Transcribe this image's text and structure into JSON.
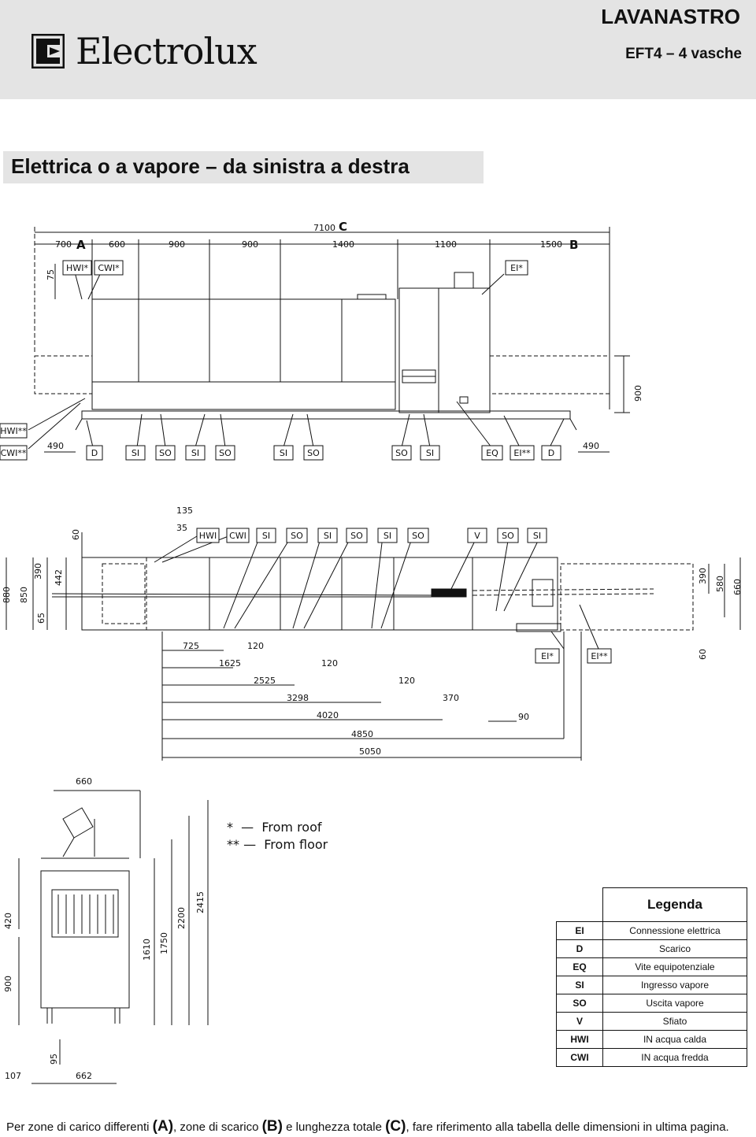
{
  "header": {
    "brand": "Electrolux",
    "product_title": "LAVANASTRO",
    "product_subtitle": "EFT4 – 4 vasche"
  },
  "section": {
    "title": "Elettrica o a vapore – da sinistra a destra"
  },
  "top_view": {
    "overall": "7100",
    "overall_tag": "C",
    "segments": [
      "700",
      "600",
      "900",
      "900",
      "1400",
      "1100",
      "1500"
    ],
    "tag_a": "A",
    "tag_b": "B",
    "top_boxes": [
      "HWI*",
      "CWI*",
      "EI*"
    ],
    "left_dims": [
      "75"
    ],
    "right_dims": [
      "900"
    ],
    "left_side_labels": [
      "HWI**",
      "CWI**"
    ],
    "side_dims": [
      "490",
      "490"
    ],
    "bottom_boxes": [
      "D",
      "SI",
      "SO",
      "SI",
      "SO",
      "SI",
      "SO",
      "SO",
      "SI",
      "EQ",
      "EI**",
      "D"
    ]
  },
  "plan_view": {
    "top_dims": [
      "135",
      "35",
      "60"
    ],
    "top_boxes": [
      "HWI",
      "CWI",
      "SI",
      "SO",
      "SI",
      "SO",
      "SI",
      "SO",
      "V",
      "SO",
      "SI"
    ],
    "left_dims": [
      "880",
      "850",
      "390",
      "442",
      "65"
    ],
    "right_dims": [
      "390",
      "580",
      "660",
      "60"
    ],
    "ei_boxes": [
      "EI*",
      "EI**"
    ],
    "chain_dims": [
      "725",
      "120",
      "1625",
      "120",
      "2525",
      "120",
      "3298",
      "370",
      "4020",
      "90",
      "4850",
      "5050"
    ]
  },
  "side_view": {
    "dims": [
      "660",
      "1610",
      "1750",
      "2200",
      "2415",
      "420",
      "900",
      "95",
      "107",
      "662"
    ]
  },
  "notes": [
    {
      "symbol": "*",
      "text": "From roof"
    },
    {
      "symbol": "**",
      "text": "From floor"
    }
  ],
  "legend": {
    "title": "Legenda",
    "rows": [
      {
        "code": "EI",
        "desc": "Connessione elettrica"
      },
      {
        "code": "D",
        "desc": "Scarico"
      },
      {
        "code": "EQ",
        "desc": "Vite equipotenziale"
      },
      {
        "code": "SI",
        "desc": "Ingresso vapore"
      },
      {
        "code": "SO",
        "desc": "Uscita vapore"
      },
      {
        "code": "V",
        "desc": "Sfiato"
      },
      {
        "code": "HWI",
        "desc": "IN acqua calda"
      },
      {
        "code": "CWI",
        "desc": "IN acqua fredda"
      }
    ]
  },
  "footer": {
    "part1": "Per zone di carico differenti ",
    "a": "(A)",
    "part2": ", zone di scarico ",
    "b": "(B)",
    "part3": " e lunghezza totale ",
    "c": "(C)",
    "part4": ", fare riferimento alla tabella delle dimensioni in ultima pagina."
  },
  "colors": {
    "header_bg": "#e4e4e4",
    "line": "#111111"
  }
}
